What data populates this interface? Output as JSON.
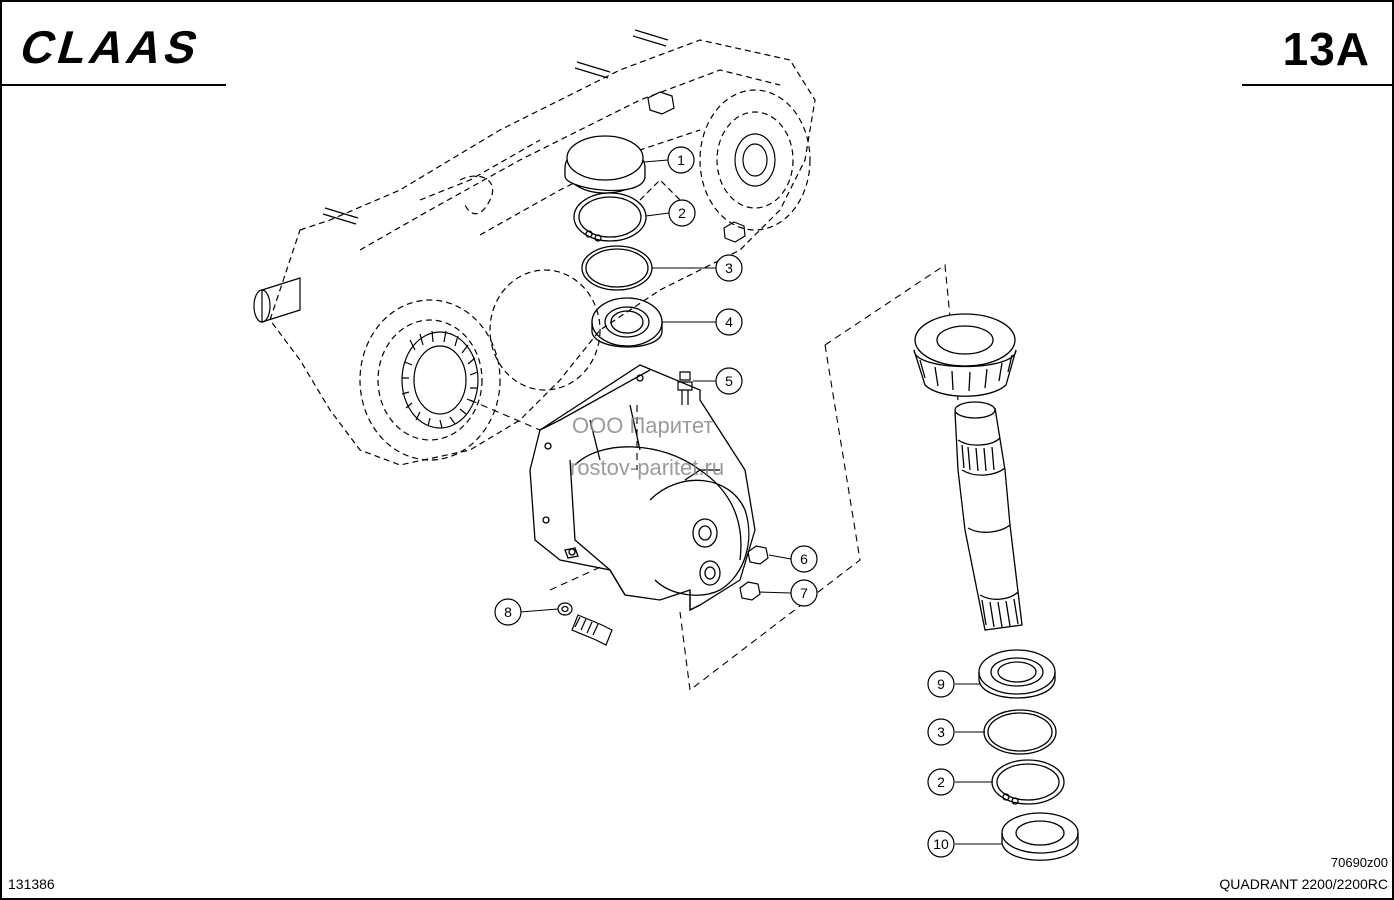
{
  "header": {
    "brand": "CLAAS",
    "page_code": "13A"
  },
  "footer": {
    "document_number": "131386",
    "drawing_code": "70690z00",
    "model": "QUADRANT 2200/2200RC"
  },
  "watermark": {
    "line1": "ООО Паритет",
    "line2": "rostov-paritet.ru"
  },
  "callouts": [
    "1",
    "2",
    "3",
    "4",
    "5",
    "6",
    "7",
    "8",
    "9",
    "3",
    "2",
    "10"
  ],
  "colors": {
    "ink": "#000000",
    "watermark": "#8a8a8a",
    "background": "#ffffff"
  }
}
